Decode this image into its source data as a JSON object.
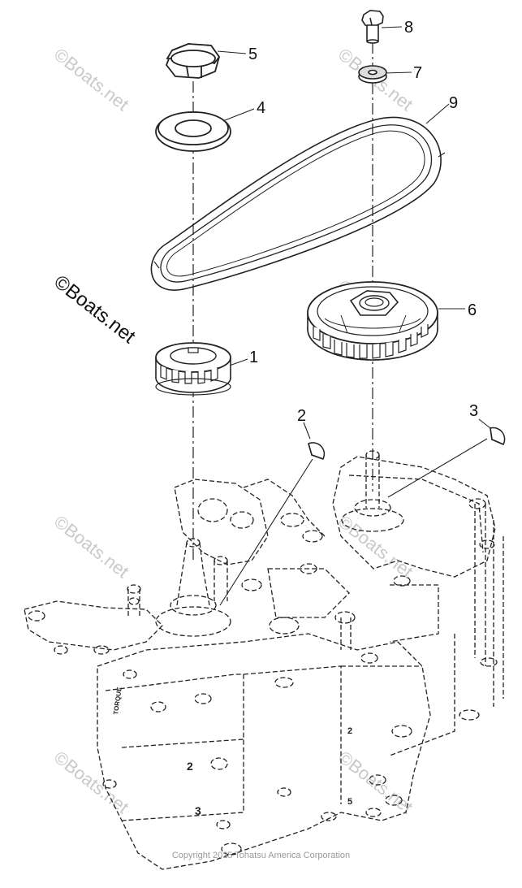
{
  "callouts": [
    {
      "num": "1",
      "name": "small-sprocket"
    },
    {
      "num": "2",
      "name": "woodruff-key-left"
    },
    {
      "num": "3",
      "name": "woodruff-key-right"
    },
    {
      "num": "4",
      "name": "washer-plate"
    },
    {
      "num": "5",
      "name": "nut"
    },
    {
      "num": "6",
      "name": "large-sprocket"
    },
    {
      "num": "7",
      "name": "washer"
    },
    {
      "num": "8",
      "name": "bolt"
    },
    {
      "num": "9",
      "name": "timing-belt"
    }
  ],
  "watermarks": {
    "main": "©Boats.net",
    "faint": "©Boats.net"
  },
  "engine_text": {
    "torque_label": "TORQUE",
    "num_2a": "2",
    "num_3": "3",
    "num_2b": "2",
    "num_5": "5"
  },
  "copyright": "Copyright 2025 Tohatsu America Corporation"
}
